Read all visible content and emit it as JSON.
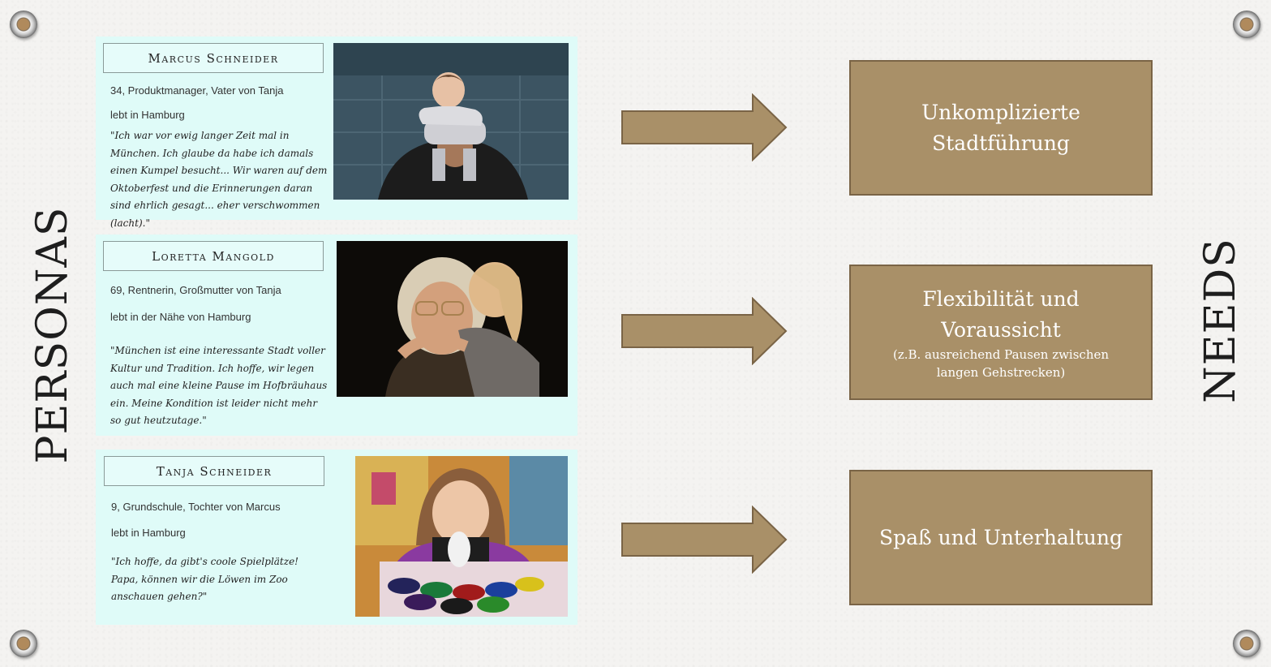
{
  "titles": {
    "left": "PERSONAS",
    "right": "NEEDS"
  },
  "personas": [
    {
      "name": "Marcus Schneider",
      "info": "34, Produktmanager, Vater von Tanja",
      "location": "lebt in Hamburg",
      "quote": "\"Ich war vor ewig langer Zeit mal in München. Ich glaube da habe ich damals einen Kumpel besucht... Wir waren auf dem Oktoberfest und die Erinnerungen daran sind ehrlich gesagt... eher verschwommen (lacht).\""
    },
    {
      "name": "Loretta Mangold",
      "info": "69, Rentnerin, Großmutter von Tanja",
      "location": "lebt in der Nähe von Hamburg",
      "quote": "\"München ist eine interessante Stadt voller Kultur und Tradition. Ich hoffe, wir legen auch mal eine kleine Pause im Hofbräuhaus ein. Meine Kondition ist leider nicht mehr so gut heutzutage.\""
    },
    {
      "name": "Tanja Schneider",
      "info": "9, Grundschule, Tochter von Marcus",
      "location": "lebt in Hamburg",
      "quote": "\"Ich hoffe, da gibt's coole Spielplätze! Papa, können wir die Löwen im Zoo anschauen gehen?\""
    }
  ],
  "needs": [
    {
      "title": "Unkomplizierte Stadtführung",
      "subtitle": ""
    },
    {
      "title": "Flexibilität und Voraussicht",
      "subtitle": "(z.B. ausreichend Pausen zwischen langen Gehstrecken)"
    },
    {
      "title": "Spaß und Unterhaltung",
      "subtitle": ""
    }
  ],
  "colors": {
    "card_bg": "#dffbf8",
    "need_bg": "#a99068",
    "need_border": "#7a6446",
    "arrow": "#a99068"
  }
}
